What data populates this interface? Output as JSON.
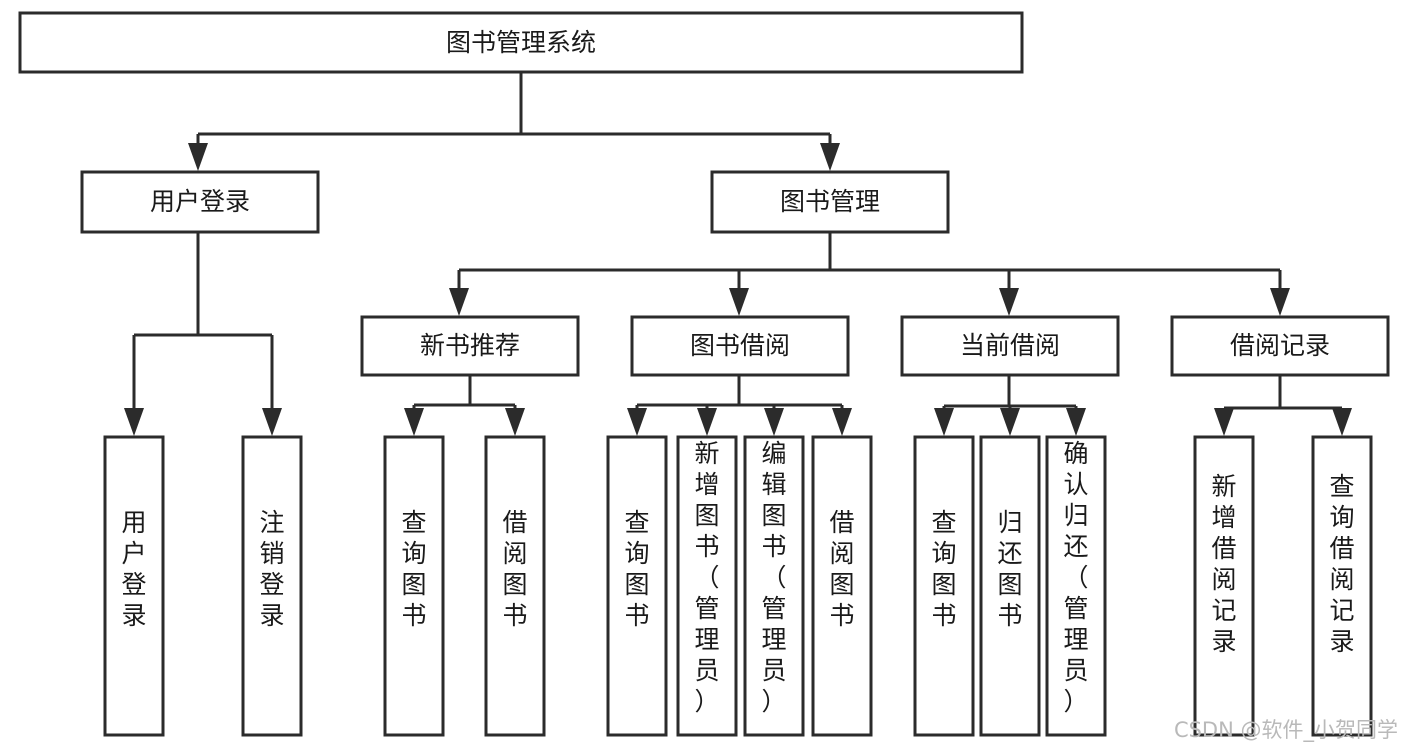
{
  "diagram": {
    "title": "图书管理系统",
    "type": "tree-hierarchy",
    "root": {
      "id": "root",
      "label": "图书管理系统",
      "orientation": "horizontal"
    },
    "level2": [
      {
        "id": "user-login",
        "label": "用户登录",
        "orientation": "horizontal"
      },
      {
        "id": "book-manage",
        "label": "图书管理",
        "orientation": "horizontal"
      }
    ],
    "level3": [
      {
        "id": "new-book-recommend",
        "label": "新书推荐",
        "parent": "book-manage",
        "orientation": "horizontal"
      },
      {
        "id": "book-borrow",
        "label": "图书借阅",
        "parent": "book-manage",
        "orientation": "horizontal"
      },
      {
        "id": "current-borrow",
        "label": "当前借阅",
        "parent": "book-manage",
        "orientation": "horizontal"
      },
      {
        "id": "borrow-record",
        "label": "借阅记录",
        "parent": "book-manage",
        "orientation": "horizontal"
      }
    ],
    "leaves": [
      {
        "id": "leaf-user-login",
        "label": "用户登录",
        "parent": "user-login",
        "orientation": "vertical"
      },
      {
        "id": "leaf-user-logout",
        "label": "注销登录",
        "parent": "user-login",
        "orientation": "vertical"
      },
      {
        "id": "leaf-query-book-1",
        "label": "查询图书",
        "parent": "new-book-recommend",
        "orientation": "vertical"
      },
      {
        "id": "leaf-borrow-book-1",
        "label": "借阅图书",
        "parent": "new-book-recommend",
        "orientation": "vertical"
      },
      {
        "id": "leaf-query-book-2",
        "label": "查询图书",
        "parent": "book-borrow",
        "orientation": "vertical"
      },
      {
        "id": "leaf-add-book",
        "label": "新增图书（管理员）",
        "parent": "book-borrow",
        "orientation": "vertical"
      },
      {
        "id": "leaf-edit-book",
        "label": "编辑图书（管理员）",
        "parent": "book-borrow",
        "orientation": "vertical"
      },
      {
        "id": "leaf-borrow-book-2",
        "label": "借阅图书",
        "parent": "book-borrow",
        "orientation": "vertical"
      },
      {
        "id": "leaf-query-book-3",
        "label": "查询图书",
        "parent": "current-borrow",
        "orientation": "vertical"
      },
      {
        "id": "leaf-return-book",
        "label": "归还图书",
        "parent": "current-borrow",
        "orientation": "vertical"
      },
      {
        "id": "leaf-confirm-return",
        "label": "确认归还（管理员）",
        "parent": "current-borrow",
        "orientation": "vertical"
      },
      {
        "id": "leaf-add-record",
        "label": "新增借阅记录",
        "parent": "borrow-record",
        "orientation": "vertical"
      },
      {
        "id": "leaf-query-record",
        "label": "查询借阅记录",
        "parent": "borrow-record",
        "orientation": "vertical"
      }
    ],
    "watermark": "CSDN @软件_小贺同学",
    "colors": {
      "stroke": "#2b2b2b",
      "fill": "#ffffff",
      "text": "#1a1a1a",
      "watermark": "#b9b9b9"
    }
  }
}
